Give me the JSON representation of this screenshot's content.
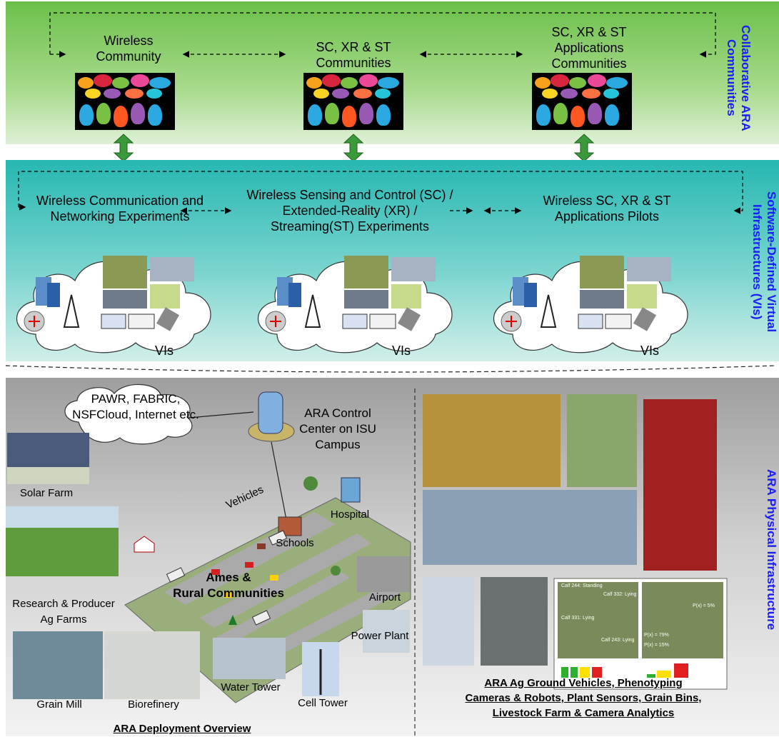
{
  "top": {
    "label": "Collaborative ARA Communities",
    "items": [
      "Wireless\nCommunity",
      "SC, XR & ST\nCommunities",
      "SC, XR & ST\nApplications\nCommunities"
    ]
  },
  "middle": {
    "label": "Software-Defined Virtual Infrastructures (VIs)",
    "items": [
      "Wireless Communication and\nNetworking Experiments",
      "Wireless Sensing and Control (SC) /\nExtended-Reality (XR) /\nStreaming(ST) Experiments",
      "Wireless SC, XR & ST\nApplications Pilots"
    ],
    "vi_label": "VIs"
  },
  "bottom": {
    "label": "ARA Physical Infrastructure",
    "cloud_text": "PAWR, FABRIC,\nNSFCloud, Internet etc.",
    "control_center": "ARA Control\nCenter on ISU\nCampus",
    "solar_farm": "Solar Farm",
    "ag_farms": "Research & Producer\nAg Farms",
    "grain_mill": "Grain Mill",
    "biorefinery": "Biorefinery",
    "water_tower": "Water Tower",
    "cell_tower": "Cell Tower",
    "power_plant": "Power Plant",
    "airport": "Airport",
    "hospital": "Hospital",
    "schools": "Schools",
    "vehicles": "Vehicles",
    "ames": "Ames &\nRural Communities",
    "deployment_caption": "ARA Deployment Overview",
    "ag_caption": "ARA Ag Ground Vehicles, Phenotyping\nCameras & Robots, Plant Sensors, Grain Bins,\nLivestock Farm & Camera Analytics",
    "calf_labels": [
      "Calf 244: Standing",
      "Calf 332: Lying",
      "Calf 331: Lying",
      "Calf 243: Lying"
    ],
    "prob_labels": [
      "P(x) = 5%",
      "P(x) = 79%",
      "P(x) = 15%"
    ]
  },
  "colors": {
    "accent_blue": "#1a1aff",
    "arrow_green": "#3a9a3a",
    "top_band": "#6cc04a",
    "mid_band": "#27b7b1",
    "bottom_band": "#9e9e9e"
  }
}
